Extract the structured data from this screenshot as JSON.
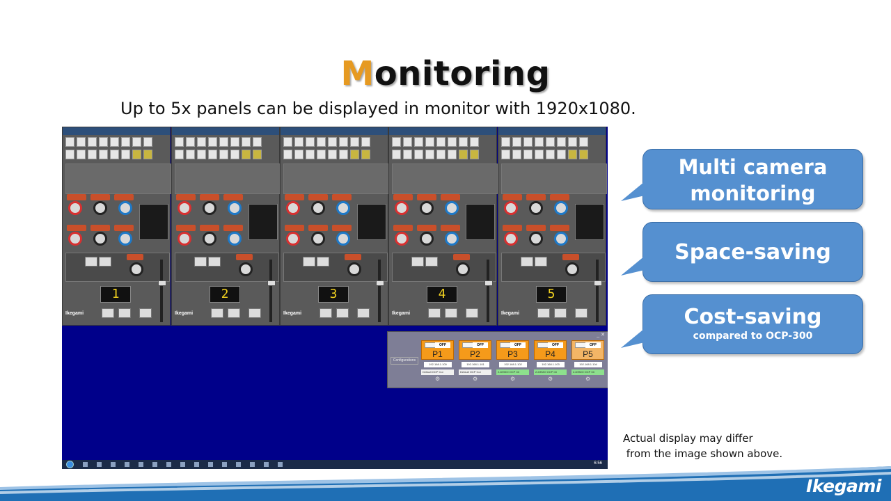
{
  "slide": {
    "title_first_letter": "M",
    "title_rest": "onitoring",
    "subtitle": "Up to 5x panels can be displayed in monitor with 1920x1080.",
    "disclaimer_line1": "Actual display may differ",
    "disclaimer_line2": " from the image shown above.",
    "logo": "Ikegami"
  },
  "callouts": {
    "multi_line1": "Multi camera",
    "multi_line2": "monitoring",
    "space": "Space-saving",
    "cost_main": "Cost-saving",
    "cost_sub": "compared to OCP-300"
  },
  "screen": {
    "panels": [
      {
        "program_number": "1",
        "brand": "Ikegami"
      },
      {
        "program_number": "2",
        "brand": "Ikegami"
      },
      {
        "program_number": "3",
        "brand": "Ikegami"
      },
      {
        "program_number": "4",
        "brand": "Ikegami"
      },
      {
        "program_number": "5",
        "brand": "Ikegami"
      }
    ],
    "config": {
      "label": "Configurations",
      "presets": [
        {
          "label": "P1",
          "off": "OFF",
          "ip": "192.168.1.100",
          "profile": "Default OCP Cor"
        },
        {
          "label": "P2",
          "off": "OFF",
          "ip": "192.168.1.101",
          "profile": "Default OCP Cor"
        },
        {
          "label": "P3",
          "off": "OFF",
          "ip": "192.168.1.102",
          "profile": "2-DEMO OCP Cli"
        },
        {
          "label": "P4",
          "off": "OFF",
          "ip": "192.168.1.103",
          "profile": "2-DEMO OCP Cli"
        },
        {
          "label": "P5",
          "off": "OFF",
          "ip": "192.168.1.104",
          "profile": "2-DEMO OCP Cli"
        }
      ]
    },
    "taskbar_clock": "6:56"
  },
  "colors": {
    "accent_orange": "#e69a22",
    "callout_blue": "#5590d0",
    "screen_blue": "#00008a",
    "footer_blue": "#1f6fb5"
  }
}
